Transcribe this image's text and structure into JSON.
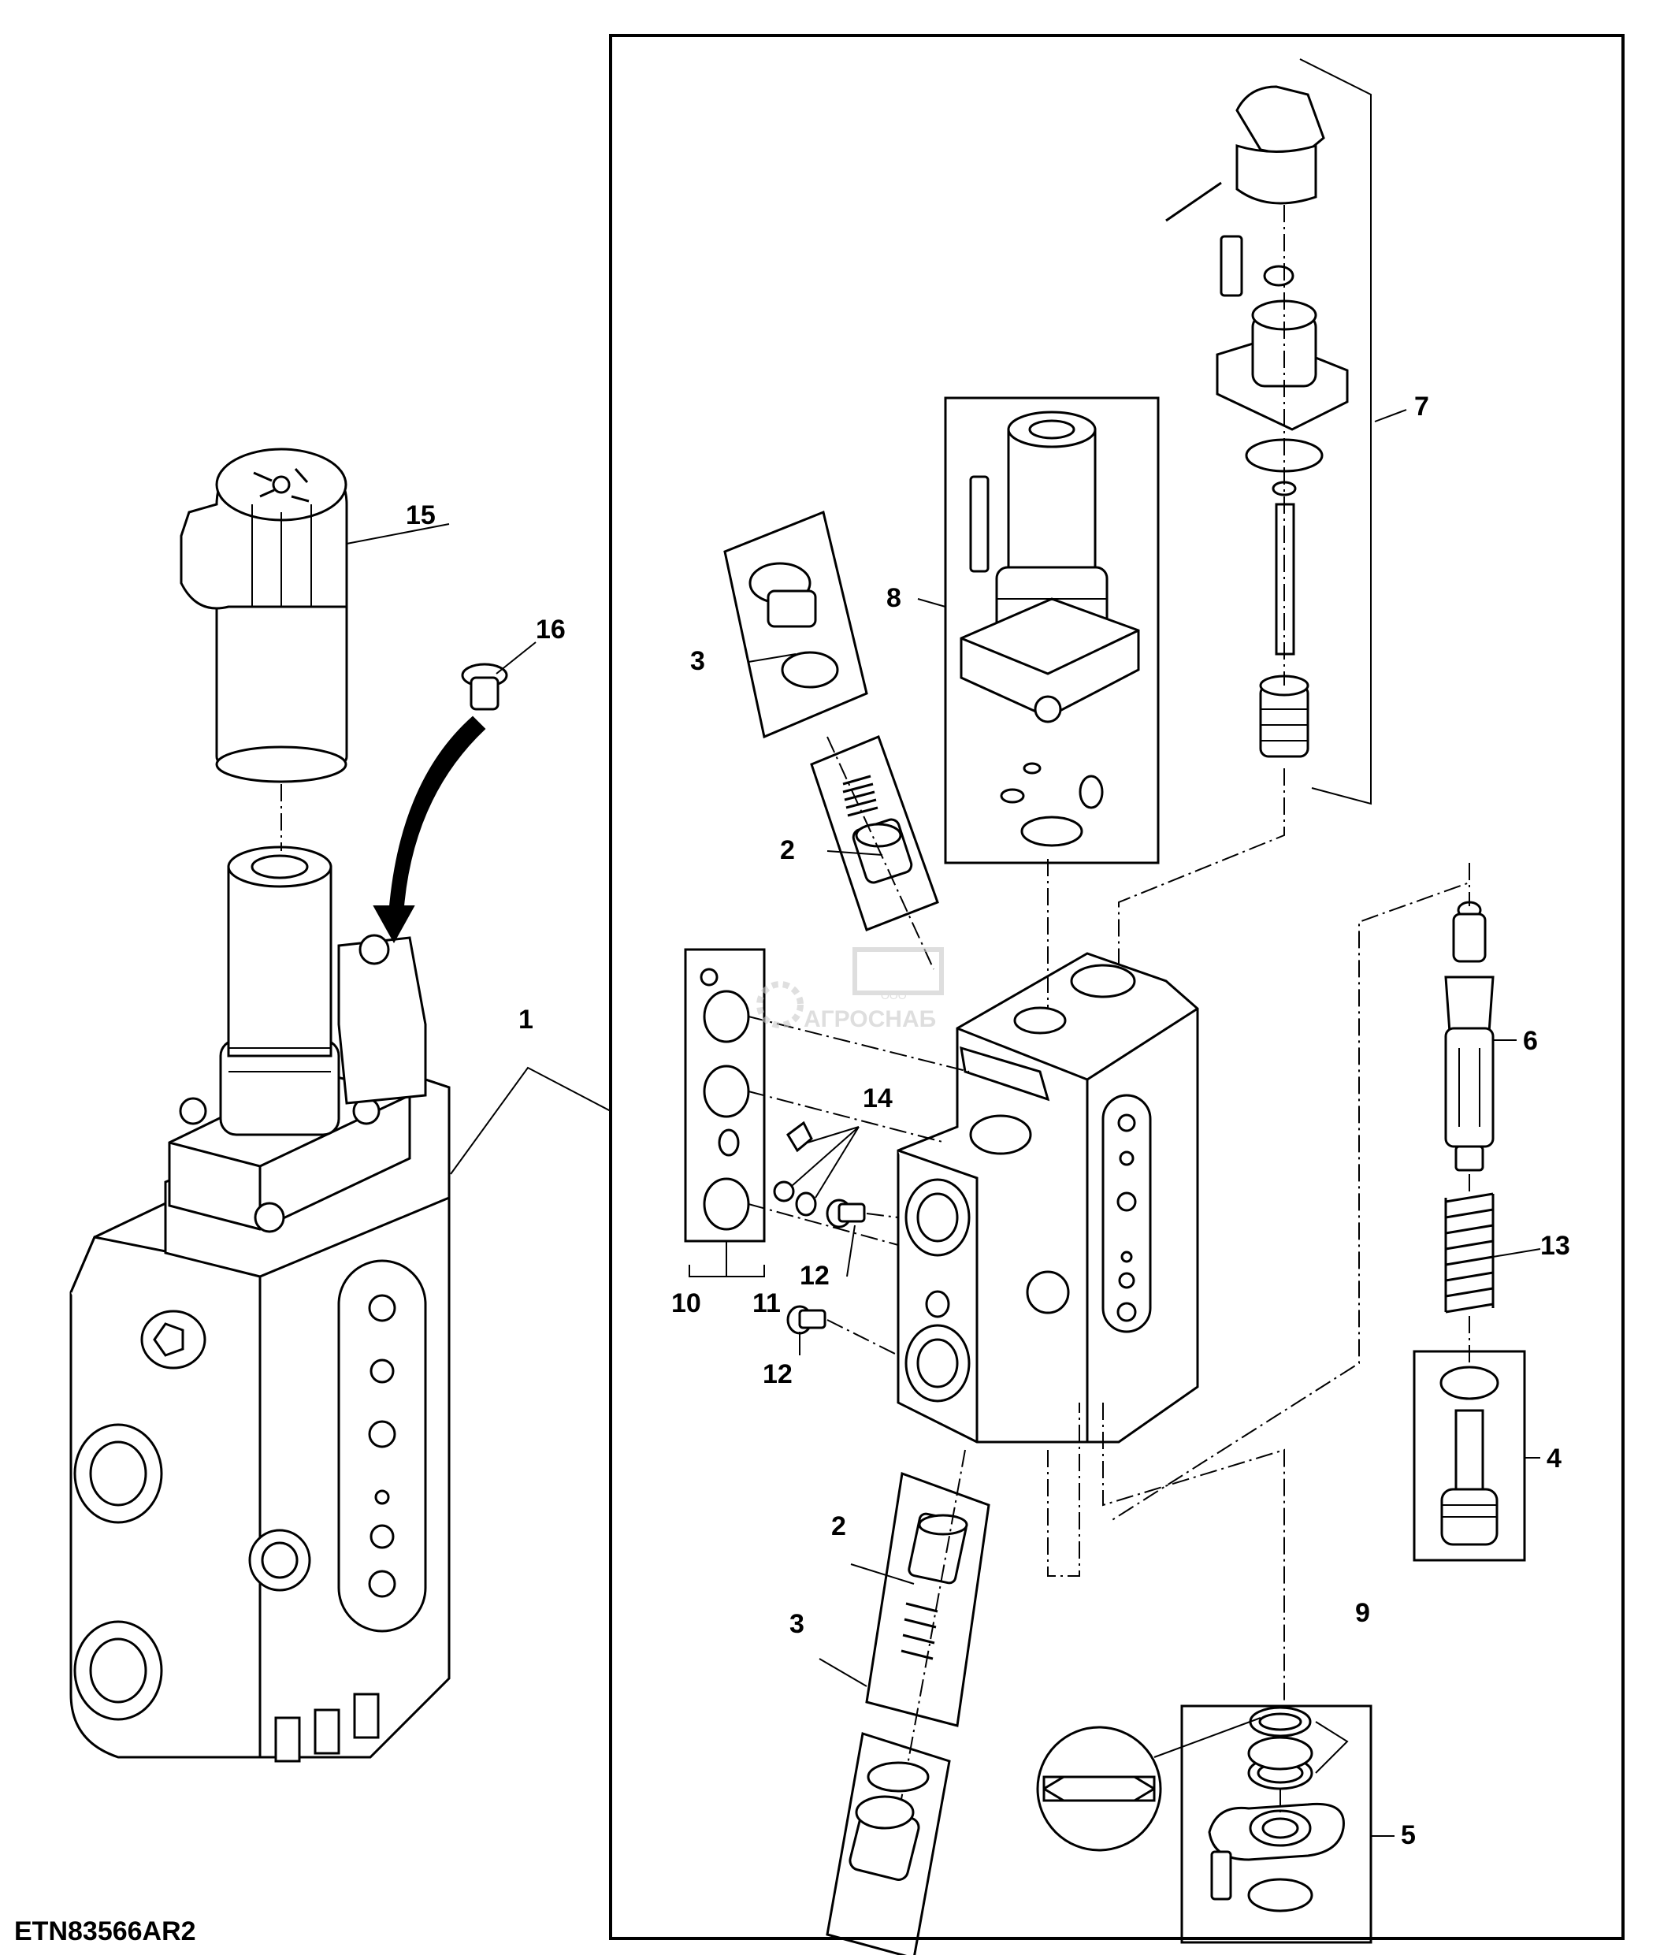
{
  "figure_code": "ETN83566AR2",
  "watermark": {
    "text": "АГРОСНАБ",
    "subtext": "ООО"
  },
  "callouts": [
    {
      "id": "c1",
      "label": "1"
    },
    {
      "id": "c2a",
      "label": "2"
    },
    {
      "id": "c2b",
      "label": "2"
    },
    {
      "id": "c3a",
      "label": "3"
    },
    {
      "id": "c3b",
      "label": "3"
    },
    {
      "id": "c4",
      "label": "4"
    },
    {
      "id": "c5",
      "label": "5"
    },
    {
      "id": "c6",
      "label": "6"
    },
    {
      "id": "c7",
      "label": "7"
    },
    {
      "id": "c8",
      "label": "8"
    },
    {
      "id": "c9",
      "label": "9"
    },
    {
      "id": "c10",
      "label": "10"
    },
    {
      "id": "c11",
      "label": "11"
    },
    {
      "id": "c12a",
      "label": "12"
    },
    {
      "id": "c12b",
      "label": "12"
    },
    {
      "id": "c13",
      "label": "13"
    },
    {
      "id": "c14",
      "label": "14"
    },
    {
      "id": "c15",
      "label": "15"
    },
    {
      "id": "c16",
      "label": "16"
    }
  ]
}
